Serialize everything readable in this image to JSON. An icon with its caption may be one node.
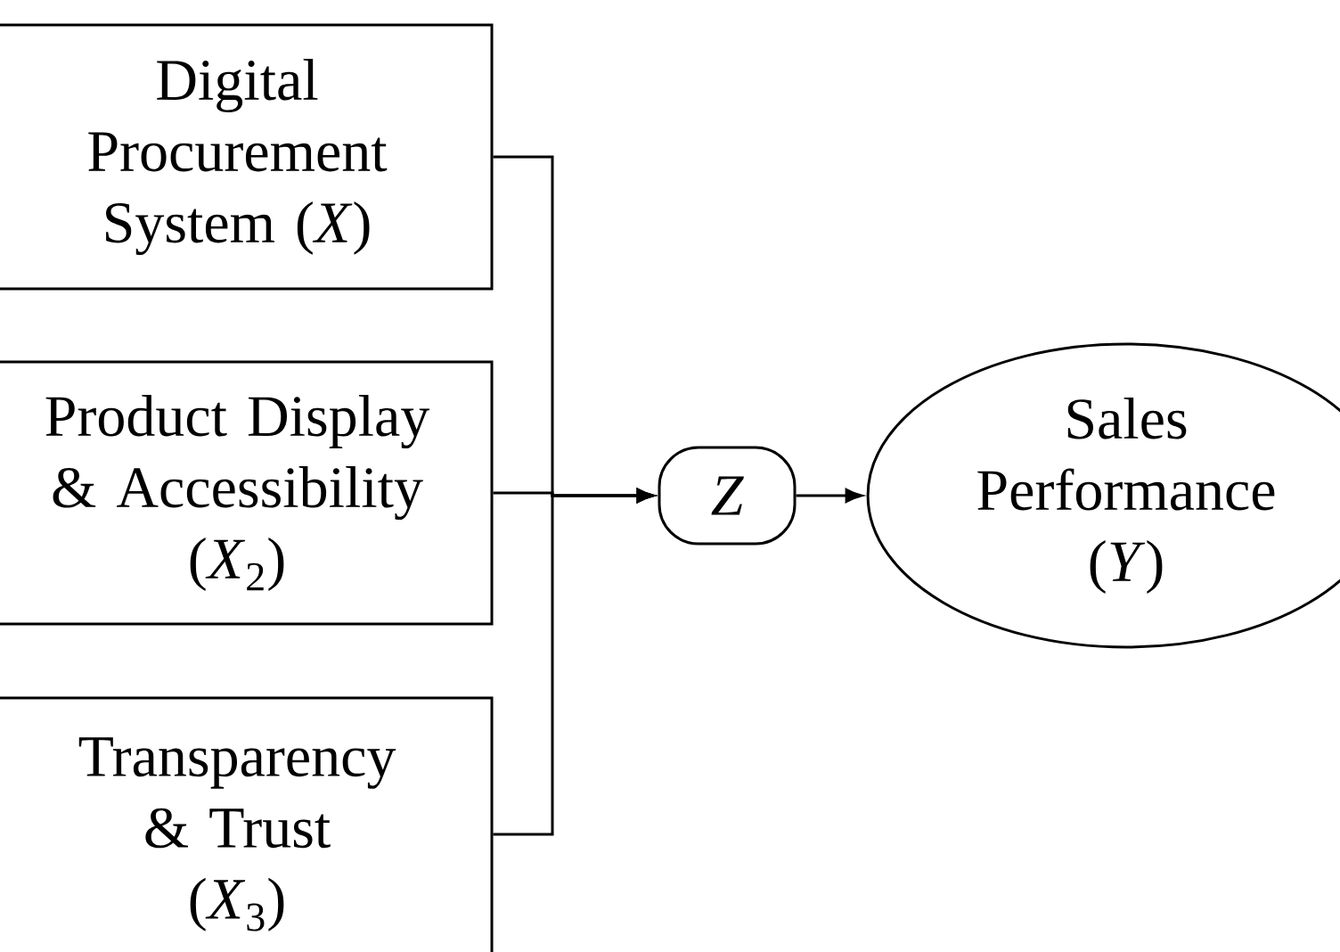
{
  "diagram": {
    "nodes": [
      {
        "text": [
          "Digital Procurement System (*X*)"
        ]
      },
      {
        "text": [
          "Product Display & Accessibility",
          "(*X*$_{2}$)"
        ]
      },
      {
        "text": [
          "Transparency & Trust",
          "(*X*$_{3}$)"
        ]
      },
      {
        "text": [
          "Z"
        ]
      },
      {
        "text": [
          "Sales Performance",
          "(*Y*)"
        ]
      }
    ],
    "edges": [
      {
        "from": 0,
        "to": 3,
        "arrow": "to"
      },
      {
        "from": 1,
        "to": 3,
        "arrow": "to"
      },
      {
        "from": 2,
        "to": 3,
        "arrow": "to"
      },
      {
        "from": 3,
        "to": 4,
        "arrow": "to"
      }
    ]
  }
}
